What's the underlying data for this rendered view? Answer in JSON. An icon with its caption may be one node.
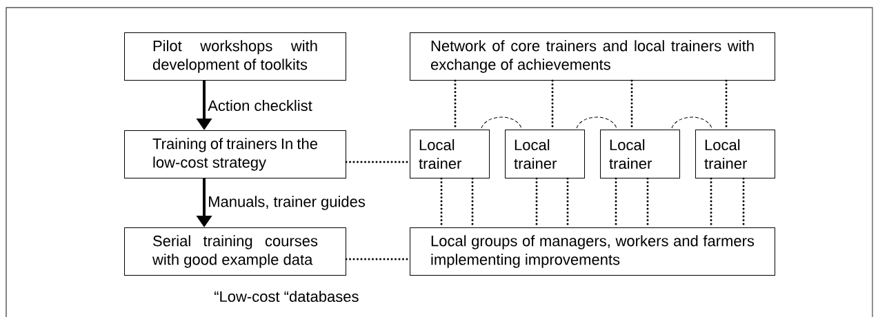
{
  "diagram": {
    "nodes": [
      {
        "text": [
          "Pilot workshops with development of toolkits"
        ]
      },
      {
        "text": [
          "Network of core trainers and local trainers with exchange of achievements"
        ]
      },
      {
        "text": [
          "Training of trainers In the low-cost strategy"
        ]
      },
      {
        "text": [
          "Local trainer"
        ]
      },
      {
        "text": [
          "Local trainer"
        ]
      },
      {
        "text": [
          "Local trainer"
        ]
      },
      {
        "text": [
          "Local trainer"
        ]
      },
      {
        "text": [
          "Serial training courses with good example data"
        ]
      },
      {
        "text": [
          "Local groups of managers, workers and farmers implementing improvements"
        ]
      }
    ],
    "edges": [
      {
        "from": 0,
        "to": 2,
        "arrow": "to",
        "label": "Action checklist"
      },
      {
        "from": 2,
        "to": 7,
        "arrow": "to",
        "label": "Manuals, trainer guides"
      },
      {
        "from": 2,
        "to": 3,
        "arrow": "none",
        "style": "dashed"
      },
      {
        "from": 7,
        "to": 8,
        "arrow": "none",
        "style": "dashed"
      },
      {
        "from": 1,
        "to": 3,
        "arrow": "none",
        "style": "dashed"
      },
      {
        "from": 1,
        "to": 4,
        "arrow": "none",
        "style": "dashed"
      },
      {
        "from": 1,
        "to": 5,
        "arrow": "none",
        "style": "dashed"
      },
      {
        "from": 1,
        "to": 6,
        "arrow": "none",
        "style": "dashed"
      },
      {
        "from": 3,
        "to": 4,
        "arrow": "none",
        "style": "dashed"
      },
      {
        "from": 4,
        "to": 5,
        "arrow": "none",
        "style": "dashed"
      },
      {
        "from": 5,
        "to": 6,
        "arrow": "none",
        "style": "dashed"
      },
      {
        "from": 3,
        "to": 8,
        "arrow": "none",
        "style": "dashed"
      },
      {
        "from": 3,
        "to": 8,
        "arrow": "none",
        "style": "dashed"
      },
      {
        "from": 4,
        "to": 8,
        "arrow": "none",
        "style": "dashed"
      },
      {
        "from": 4,
        "to": 8,
        "arrow": "none",
        "style": "dashed"
      },
      {
        "from": 5,
        "to": 8,
        "arrow": "none",
        "style": "dashed"
      },
      {
        "from": 5,
        "to": 8,
        "arrow": "none",
        "style": "dashed"
      },
      {
        "from": 6,
        "to": 8,
        "arrow": "none",
        "style": "dashed"
      },
      {
        "from": 6,
        "to": 8,
        "arrow": "none",
        "style": "dashed"
      }
    ],
    "labels": [
      "“Low-cost “databases"
    ]
  }
}
